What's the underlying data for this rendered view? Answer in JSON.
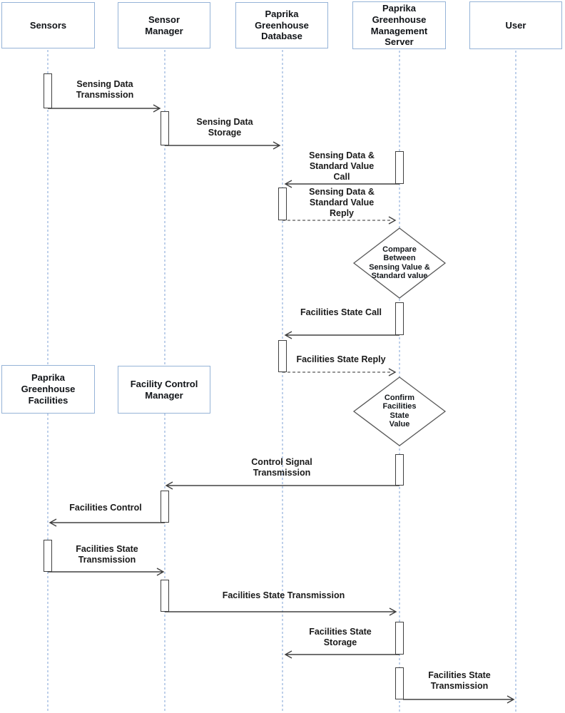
{
  "diagram": {
    "type": "uml-sequence"
  },
  "actors": [
    {
      "id": "sensors",
      "label": "Sensors"
    },
    {
      "id": "sensor-manager",
      "label": "Sensor\nManager"
    },
    {
      "id": "database",
      "label": "Paprika\nGreenhouse\nDatabase"
    },
    {
      "id": "management-server",
      "label": "Paprika\nGreenhouse\nManagement\nServer"
    },
    {
      "id": "user",
      "label": "User"
    },
    {
      "id": "facilities",
      "label": "Paprika\nGreenhouse\nFacilities"
    },
    {
      "id": "facility-control-manager",
      "label": "Facility Control\nManager"
    }
  ],
  "messages": [
    {
      "label": "Sensing Data\nTransmission",
      "from": "sensors",
      "to": "sensor-manager",
      "line": "solid"
    },
    {
      "label": "Sensing Data\nStorage",
      "from": "sensor-manager",
      "to": "database",
      "line": "solid"
    },
    {
      "label": "Sensing Data &\nStandard Value\nCall",
      "from": "management-server",
      "to": "database",
      "line": "solid"
    },
    {
      "label": "Sensing Data &\nStandard Value\nReply",
      "from": "database",
      "to": "management-server",
      "line": "dashed"
    },
    {
      "label": "Facilities State Call",
      "from": "management-server",
      "to": "database",
      "line": "solid"
    },
    {
      "label": "Facilities State Reply",
      "from": "database",
      "to": "management-server",
      "line": "dashed"
    },
    {
      "label": "Control Signal\nTransmission",
      "from": "management-server",
      "to": "facility-control-manager",
      "line": "solid"
    },
    {
      "label": "Facilities Control",
      "from": "facility-control-manager",
      "to": "facilities",
      "line": "solid"
    },
    {
      "label": "Facilities State\nTransmission",
      "from": "facilities",
      "to": "facility-control-manager",
      "line": "solid"
    },
    {
      "label": "Facilities  State Transmission",
      "from": "facility-control-manager",
      "to": "management-server",
      "line": "solid"
    },
    {
      "label": "Facilities State\nStorage",
      "from": "management-server",
      "to": "database",
      "line": "solid"
    },
    {
      "label": "Facilities State\nTransmission",
      "from": "management-server",
      "to": "user",
      "line": "solid"
    }
  ],
  "decisions": [
    {
      "label": "Compare\nBetween\nSensing Value &\nStandard value",
      "on": "management-server"
    },
    {
      "label": "Confirm\nFacilities\nState\nValue",
      "on": "management-server"
    }
  ],
  "colors": {
    "actor_border": "#95b3d7",
    "lifeline": "#7da2d4",
    "arrow": "#404040",
    "diamond_border": "#595959",
    "text": "#1a1a1a"
  }
}
